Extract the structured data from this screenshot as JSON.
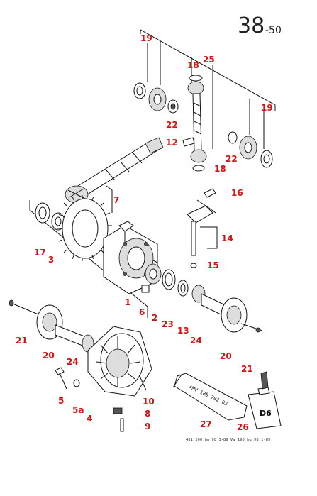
{
  "page": {
    "number": "38",
    "section": "-50"
  },
  "callouts": [
    {
      "id": "19a",
      "label": "19"
    },
    {
      "id": "25",
      "label": "25"
    },
    {
      "id": "18a",
      "label": "18"
    },
    {
      "id": "19b",
      "label": "19"
    },
    {
      "id": "22a",
      "label": "22"
    },
    {
      "id": "12",
      "label": "12"
    },
    {
      "id": "22b",
      "label": "22"
    },
    {
      "id": "18b",
      "label": "18"
    },
    {
      "id": "7",
      "label": "7"
    },
    {
      "id": "16",
      "label": "16"
    },
    {
      "id": "17",
      "label": "17"
    },
    {
      "id": "3",
      "label": "3"
    },
    {
      "id": "14",
      "label": "14"
    },
    {
      "id": "15",
      "label": "15"
    },
    {
      "id": "1",
      "label": "1"
    },
    {
      "id": "6",
      "label": "6"
    },
    {
      "id": "2",
      "label": "2"
    },
    {
      "id": "23",
      "label": "23"
    },
    {
      "id": "13",
      "label": "13"
    },
    {
      "id": "24a",
      "label": "24"
    },
    {
      "id": "21a",
      "label": "21"
    },
    {
      "id": "20a",
      "label": "20"
    },
    {
      "id": "24b",
      "label": "24"
    },
    {
      "id": "20b",
      "label": "20"
    },
    {
      "id": "21b",
      "label": "21"
    },
    {
      "id": "10",
      "label": "10"
    },
    {
      "id": "5",
      "label": "5"
    },
    {
      "id": "5a",
      "label": "5a"
    },
    {
      "id": "4",
      "label": "4"
    },
    {
      "id": "8",
      "label": "8"
    },
    {
      "id": "9",
      "label": "9"
    },
    {
      "id": "27",
      "label": "27"
    },
    {
      "id": "26",
      "label": "26"
    }
  ],
  "tube_label": "AMV 185 202 03",
  "bottle_label": "D6",
  "footer_text": "431 200 bu 98 1-89     VW 190 bu 98 1-89"
}
